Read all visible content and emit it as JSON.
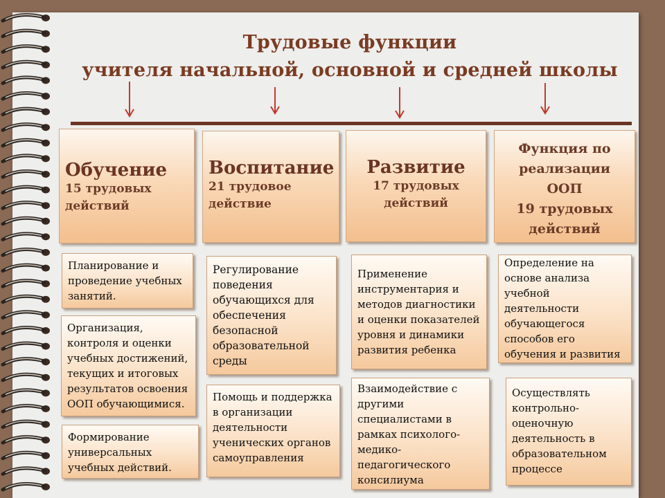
{
  "title": {
    "line1": "Трудовые функции",
    "line2": "учителя начальной, основной и средней школы"
  },
  "columns": [
    {
      "title": "Обучение",
      "subtitle": "15 трудовых\nдействий",
      "tasks": [
        "Планирование и\nпроведение учебных\nзанятий.",
        "Организация,\nконтроля и оценки\nучебных достижений,\nтекущих и итоговых\nрезультатов освоения\nООП обучающимися.",
        "Формирование\nуниверсальных\nучебных действий."
      ]
    },
    {
      "title": "Воспитание",
      "subtitle": "21 трудовое\nдействие",
      "tasks": [
        "Регулирование\nповедения\nобучающихся для\nобеспечения\nбезопасной\nобразовательной\nсреды",
        "Помощь и поддержка\nв организации\nдеятельности\nученических органов\nсамоуправления"
      ]
    },
    {
      "title": "Развитие",
      "subtitle": "17 трудовых\nдействий",
      "tasks": [
        "Применение\nинструментария и\nметодов диагностики\nи оценки показателей\nуровня и динамики\nразвития ребенка",
        "Взаимодействие с\nдругими\nспециалистами в\nрамках психолого-\nмедико-\nпедагогического\nконсилиума"
      ]
    },
    {
      "title": "Функция по\nреализации\nООП",
      "subtitle": "19 трудовых\nдействий",
      "tasks": [
        "Определение на\nоснове анализа\nучебной\nдеятельности\nобучающегося\nспособов его\nобучения и развития",
        "Осуществлять\nконтрольно-\nоценочную\nдеятельность в\nобразовательном\nпроцессе"
      ]
    }
  ]
}
